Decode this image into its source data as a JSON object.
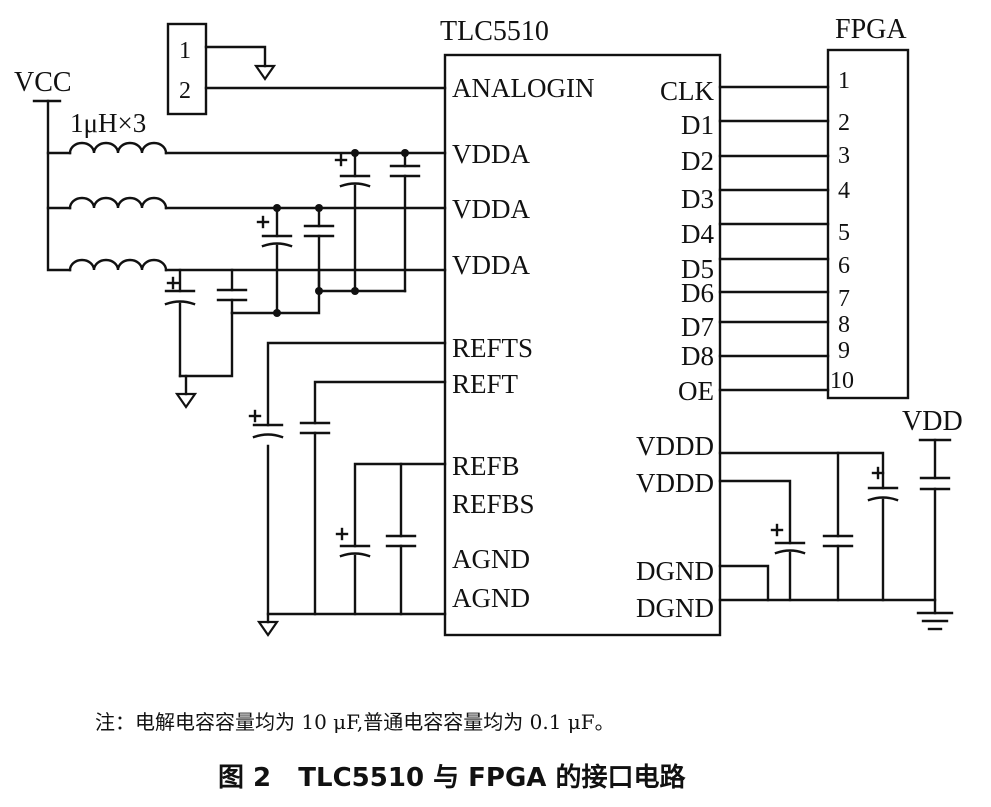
{
  "chip": {
    "title": "TLC5510"
  },
  "fpga": {
    "title": "FPGA",
    "pins": [
      "1",
      "2",
      "3",
      "4",
      "5",
      "6",
      "7",
      "8",
      "9",
      "10"
    ]
  },
  "connector": {
    "pins": [
      "1",
      "2"
    ]
  },
  "power": {
    "vcc": "VCC",
    "vdd": "VDD",
    "inductor": "1μH×3"
  },
  "left_pins": [
    "ANALOGIN",
    "VDDA",
    "VDDA",
    "VDDA",
    "REFTS",
    "REFT",
    "REFB",
    "REFBS",
    "AGND",
    "AGND"
  ],
  "right_pins": [
    "CLK",
    "D1",
    "D2",
    "D3",
    "D4",
    "D5",
    "D6",
    "D7",
    "D8",
    "OE",
    "VDDD",
    "VDDD",
    "DGND",
    "DGND"
  ],
  "note": "注：电解电容容量均为 10 μF,普通电容容量均为 0.1 μF。",
  "caption": "图 2   TLC5510 与 FPGA 的接口电路"
}
